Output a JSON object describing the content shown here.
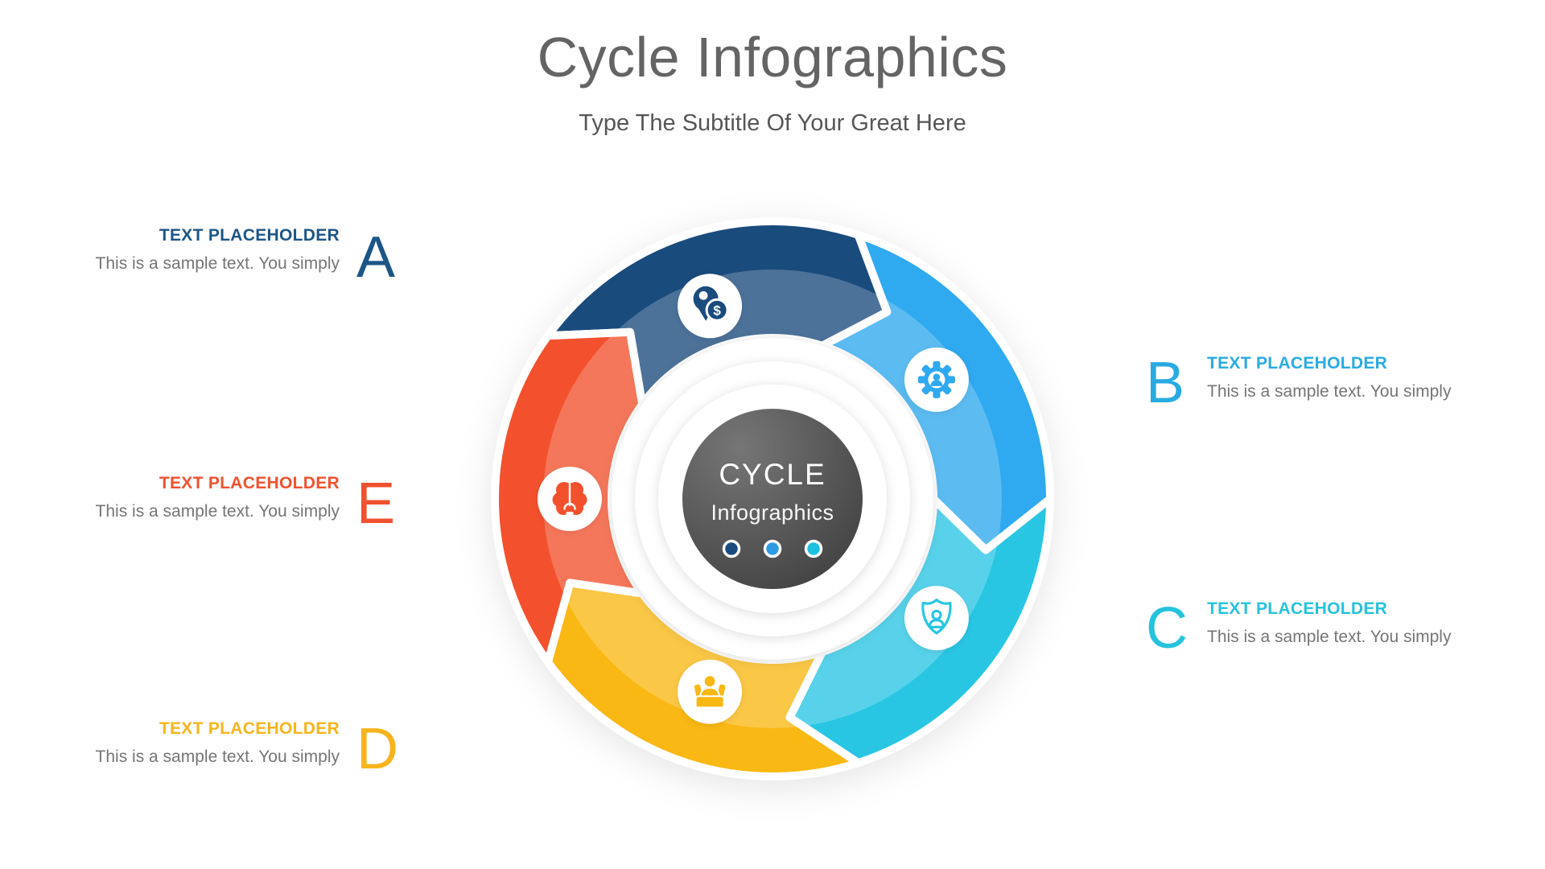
{
  "header": {
    "title": "Cycle Infographics",
    "subtitle": "Type The Subtitle Of Your Great Here"
  },
  "center": {
    "title": "CYCLE",
    "subtitle": "Infographics",
    "dots": [
      "#1A4B7D",
      "#2E9BE5",
      "#1CC2DF"
    ]
  },
  "placeholders": {
    "a": {
      "letter": "A",
      "label": "TEXT PLACEHOLDER",
      "text": "This is a sample text. You simply",
      "color": "#1C5687"
    },
    "b": {
      "letter": "B",
      "label": "TEXT PLACEHOLDER",
      "text": "This is a sample text. You simply",
      "color": "#29ABE2"
    },
    "c": {
      "letter": "C",
      "label": "TEXT PLACEHOLDER",
      "text": "This is a sample text. You simply",
      "color": "#26C3DD"
    },
    "d": {
      "letter": "D",
      "label": "TEXT PLACEHOLDER",
      "text": "This is a sample text. You simply",
      "color": "#F8B41E"
    },
    "e": {
      "letter": "E",
      "label": "TEXT PLACEHOLDER",
      "text": "This is a sample text. You simply",
      "color": "#F0512F"
    }
  },
  "wheel": {
    "highlight": "rgba(255,255,255,0.22)",
    "segments": [
      {
        "letter": "A",
        "name": "money-location",
        "icon": "money-location-pin-icon",
        "color": "#1A4B7D"
      },
      {
        "letter": "B",
        "name": "user-settings",
        "icon": "user-gear-icon",
        "color": "#2FA9EF"
      },
      {
        "letter": "C",
        "name": "user-security",
        "icon": "user-shield-icon",
        "color": "#29C6E4"
      },
      {
        "letter": "D",
        "name": "meeting",
        "icon": "meeting-desk-icon",
        "color": "#F9B813"
      },
      {
        "letter": "E",
        "name": "brain-idea",
        "icon": "brain-idea-icon",
        "color": "#F3512D"
      }
    ]
  }
}
